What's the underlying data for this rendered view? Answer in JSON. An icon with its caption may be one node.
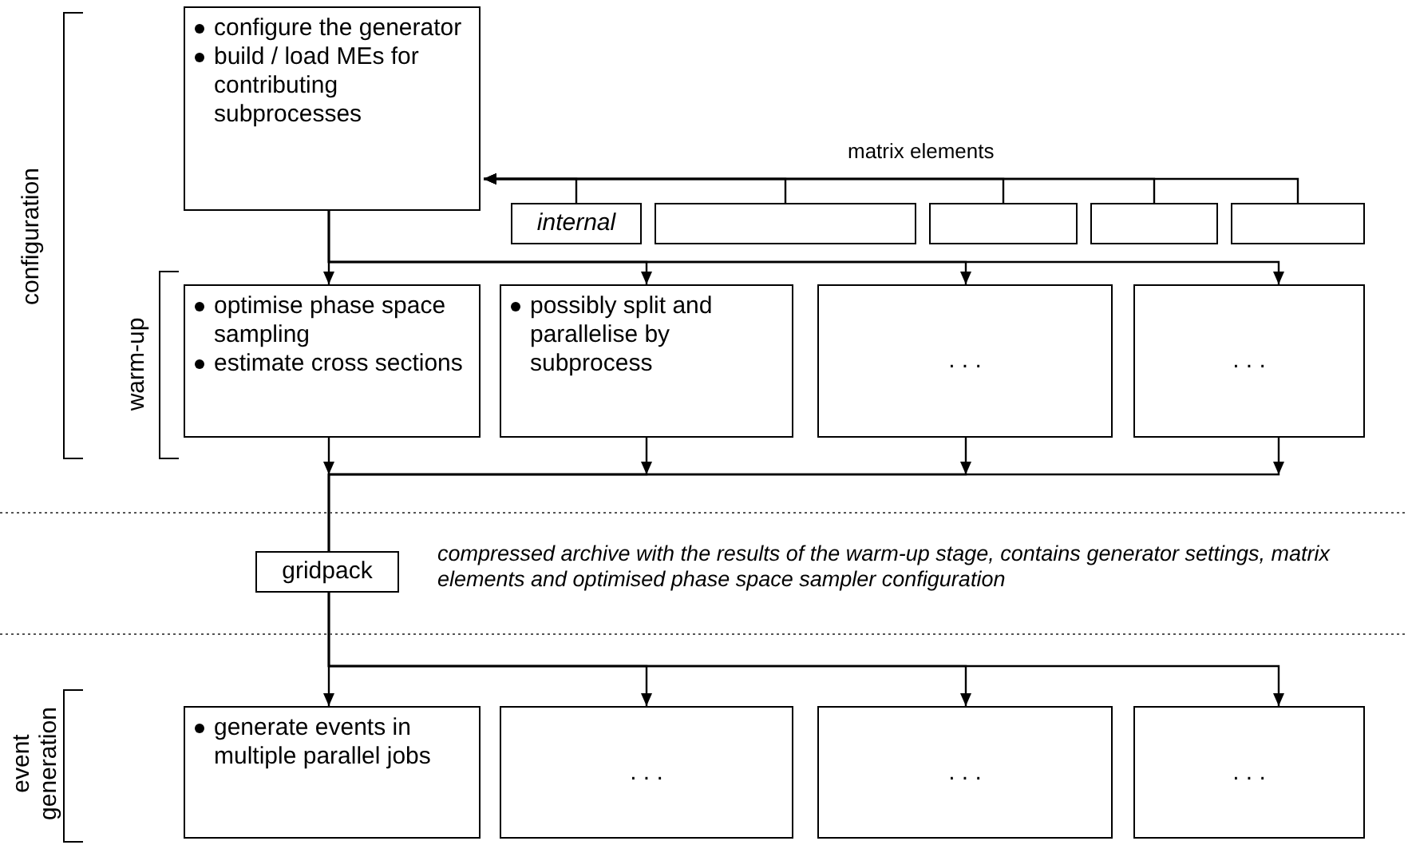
{
  "diagram": {
    "nodes": [
      {
        "text": [
          "configure the generator",
          "build / load MEs for contributing subprocesses"
        ]
      },
      {
        "text": [
          "internal"
        ]
      },
      {
        "text": [],
        "shape": "box"
      },
      {
        "text": [],
        "shape": "box"
      },
      {
        "text": [],
        "shape": "box"
      },
      {
        "text": [],
        "shape": "box"
      },
      {
        "text": [
          "optimise phase space sampling",
          "estimate cross sections"
        ]
      },
      {
        "text": [
          "possibly split and parallelise by subprocess"
        ]
      },
      {
        "text": [
          ". . ."
        ]
      },
      {
        "text": [
          ". . ."
        ]
      },
      {
        "text": [
          "gridpack"
        ],
        "beside": [
          "compressed archive with the results of the warm-up stage, contains generator settings, matrix elements and optimised phase space sampler configuration"
        ]
      },
      {
        "text": [
          "generate events in multiple parallel jobs"
        ]
      },
      {
        "text": [
          ". . ."
        ]
      },
      {
        "text": [
          ". . ."
        ]
      },
      {
        "text": [
          ". . ."
        ]
      }
    ],
    "edges": [
      {
        "from": 1,
        "to": 0,
        "arrow": "to"
      },
      {
        "from": 2,
        "to": 0,
        "arrow": "to"
      },
      {
        "from": 3,
        "to": 0,
        "arrow": "to"
      },
      {
        "from": 4,
        "to": 0,
        "arrow": "to"
      },
      {
        "from": 5,
        "to": 0,
        "arrow": "to"
      },
      {
        "from": 0,
        "to": 6,
        "arrow": "to"
      },
      {
        "from": 0,
        "to": 7,
        "arrow": "to"
      },
      {
        "from": 0,
        "to": 8,
        "arrow": "to"
      },
      {
        "from": 0,
        "to": 9,
        "arrow": "to"
      },
      {
        "from": 6,
        "to": 10,
        "arrow": "to"
      },
      {
        "from": 7,
        "to": 10,
        "arrow": "to"
      },
      {
        "from": 8,
        "to": 10,
        "arrow": "to"
      },
      {
        "from": 9,
        "to": 10,
        "arrow": "to"
      },
      {
        "from": 10,
        "to": 11,
        "arrow": "to"
      },
      {
        "from": 10,
        "to": 12,
        "arrow": "to"
      },
      {
        "from": 10,
        "to": 13,
        "arrow": "to"
      },
      {
        "from": 10,
        "to": 14,
        "arrow": "to"
      }
    ],
    "labels": [
      "matrix elements",
      "configuration",
      "warm-up",
      "event generation"
    ]
  }
}
